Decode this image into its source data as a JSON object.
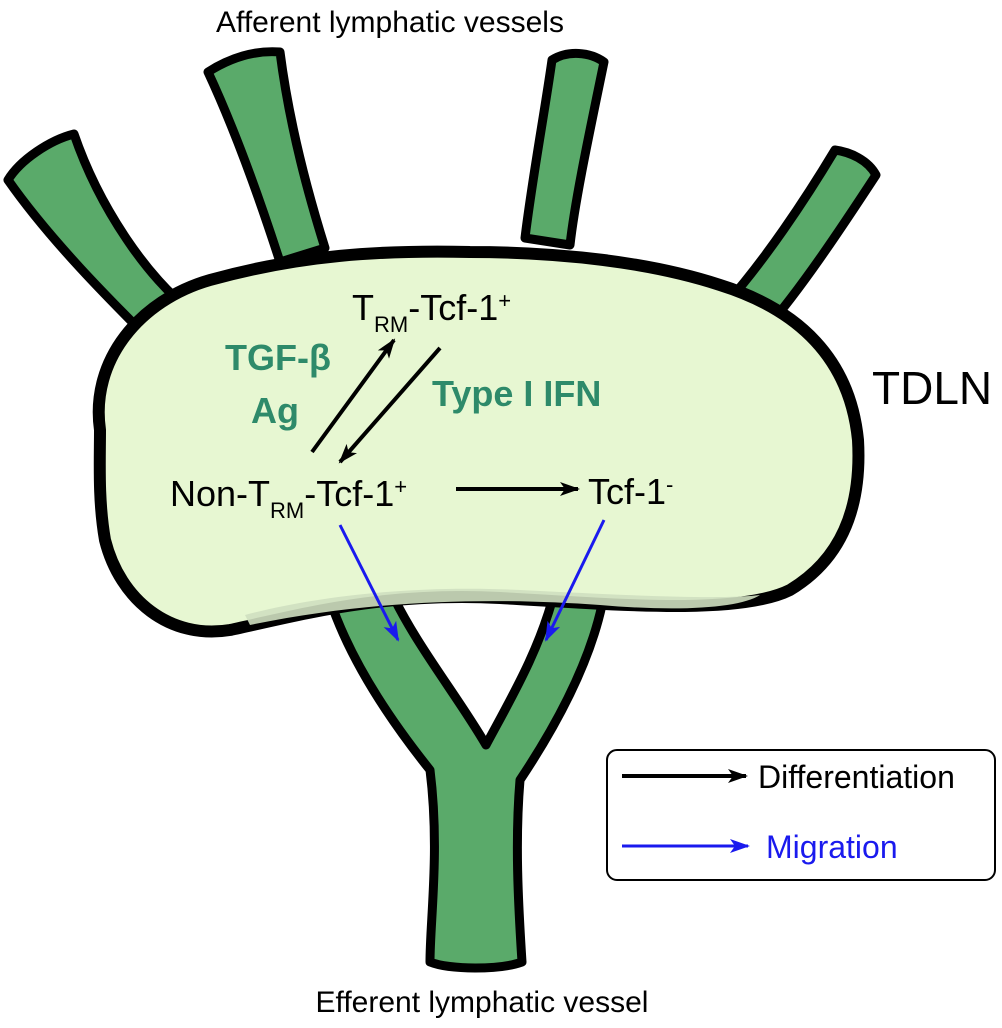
{
  "colors": {
    "vessel_fill": "#5aaa6a",
    "vessel_fill_dark": "#4e9a5e",
    "node_fill": "#e7f7d2",
    "node_shadow": "#cfdfc0",
    "outline": "#000000",
    "factor_text": "#2e8a6a",
    "differentiation_arrow": "#000000",
    "migration_arrow": "#1a1aee"
  },
  "labels": {
    "afferent": "Afferent lymphatic vessels",
    "efferent": "Efferent lymphatic vessel",
    "node": "TDLN"
  },
  "cells": {
    "trm": {
      "main": "T",
      "sub": "RM",
      "rest": "-Tcf-1",
      "sup": "+"
    },
    "non_trm": {
      "main": "Non-T",
      "sub": "RM",
      "rest": "-Tcf-1",
      "sup": "+"
    },
    "tcf_neg": {
      "main": "Tcf-1",
      "sup": "-"
    }
  },
  "factors": {
    "tgf": "TGF-β",
    "ag": "Ag",
    "ifn": "Type I IFN"
  },
  "legend": {
    "differentiation": "Differentiation",
    "migration": "Migration"
  }
}
